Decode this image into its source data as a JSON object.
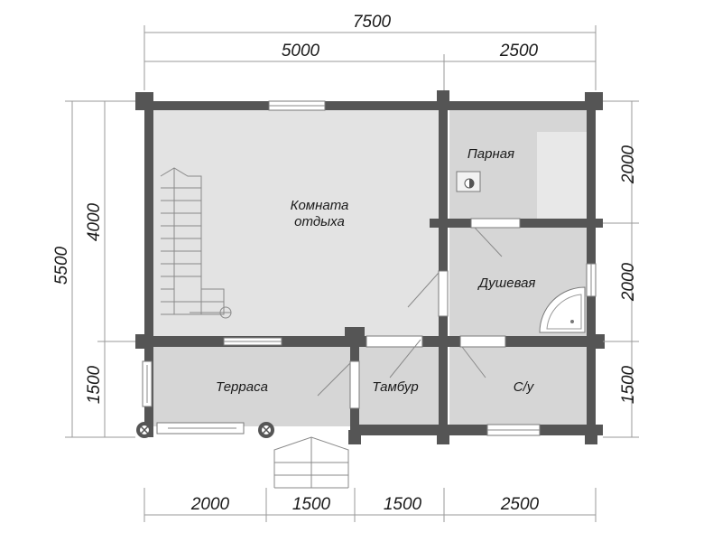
{
  "dimensions": {
    "top_total": "7500",
    "top_left": "5000",
    "top_right": "2500",
    "left_total": "5500",
    "left_upper": "4000",
    "left_lower": "1500",
    "right_upper": "2000",
    "right_middle": "2000",
    "right_lower": "1500",
    "bottom_1": "2000",
    "bottom_2": "1500",
    "bottom_3": "1500",
    "bottom_4": "2500"
  },
  "rooms": {
    "living_line1": "Комната",
    "living_line2": "отдыха",
    "steam": "Парная",
    "shower": "Душевая",
    "terrace": "Терраса",
    "vestibule": "Тамбур",
    "wc": "С/у"
  },
  "colors": {
    "wall": "#555555",
    "floor_main": "#e3e3e3",
    "floor_service": "#d6d6d6",
    "dimension_line": "#9a9a9a"
  }
}
